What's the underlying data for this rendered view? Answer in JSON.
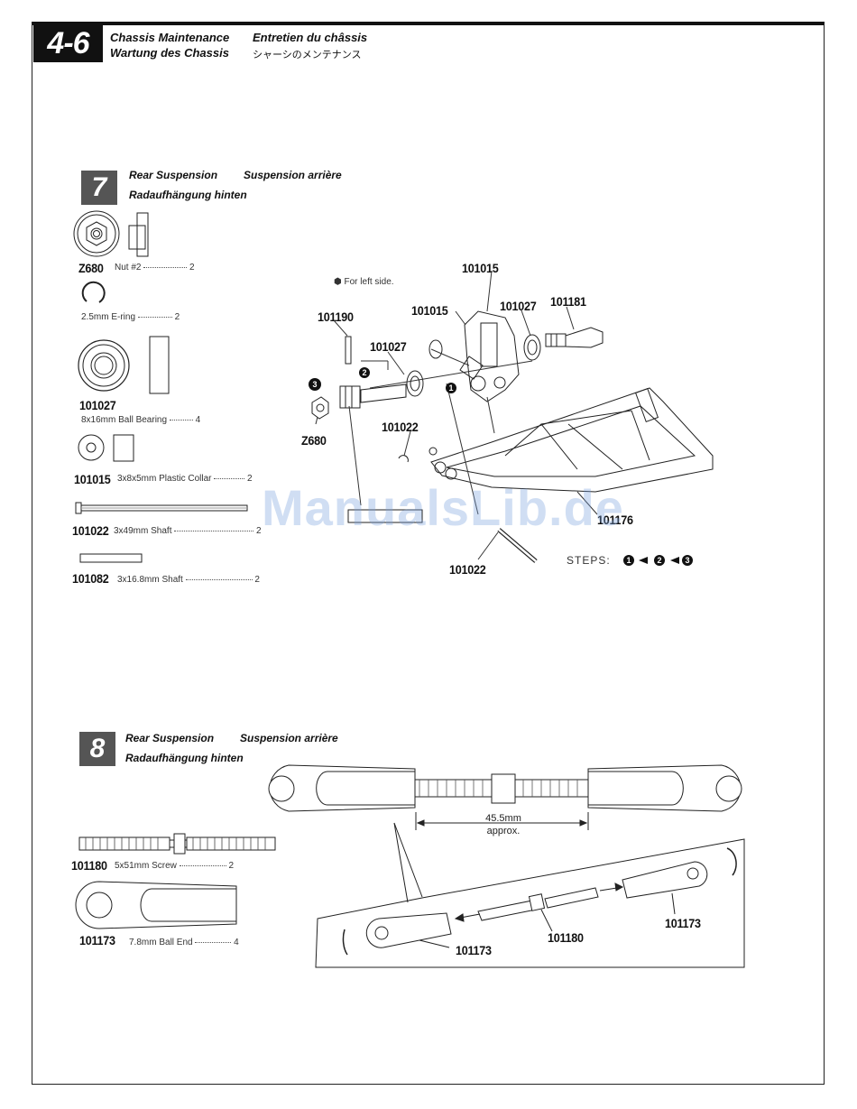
{
  "header": {
    "section": "4-6",
    "title_en": "Chassis Maintenance",
    "title_fr": "Entretien du châssis",
    "title_de": "Wartung des Chassis",
    "title_jp": "シャーシのメンテナンス"
  },
  "step7": {
    "number": "7",
    "title_en": "Rear Suspension",
    "title_fr": "Suspension arrière",
    "title_de": "Radaufhängung hinten",
    "parts": [
      {
        "code": "Z680",
        "desc": "Nut #2",
        "qty": "2"
      },
      {
        "code": "",
        "desc": "2.5mm E-ring",
        "qty": "2"
      },
      {
        "code": "101027",
        "desc": "8x16mm Ball Bearing",
        "qty": "4"
      },
      {
        "code": "101015",
        "desc": "3x8x5mm Plastic Collar",
        "qty": "2"
      },
      {
        "code": "101022",
        "desc": "3x49mm Shaft",
        "qty": "2"
      },
      {
        "code": "101082",
        "desc": "3x16.8mm Shaft",
        "qty": "2"
      }
    ],
    "diagram": {
      "note": "For left side.",
      "labels": [
        "101015",
        "101190",
        "101015",
        "101027",
        "101181",
        "101027",
        "101022",
        "Z680",
        "101176",
        "101022"
      ],
      "step_marks": [
        "1",
        "2",
        "3"
      ],
      "steps_text": "STEPS:"
    }
  },
  "step8": {
    "number": "8",
    "title_en": "Rear Suspension",
    "title_fr": "Suspension arrière",
    "title_de": "Radaufhängung hinten",
    "parts": [
      {
        "code": "101180",
        "desc": "5x51mm Screw",
        "qty": "2"
      },
      {
        "code": "101173",
        "desc": "7.8mm Ball End",
        "qty": "4"
      }
    ],
    "dimension": "45.5mm",
    "dimension_note": "approx.",
    "labels": [
      "101173",
      "101180",
      "101173"
    ]
  },
  "watermark": "ManualsLib.de"
}
